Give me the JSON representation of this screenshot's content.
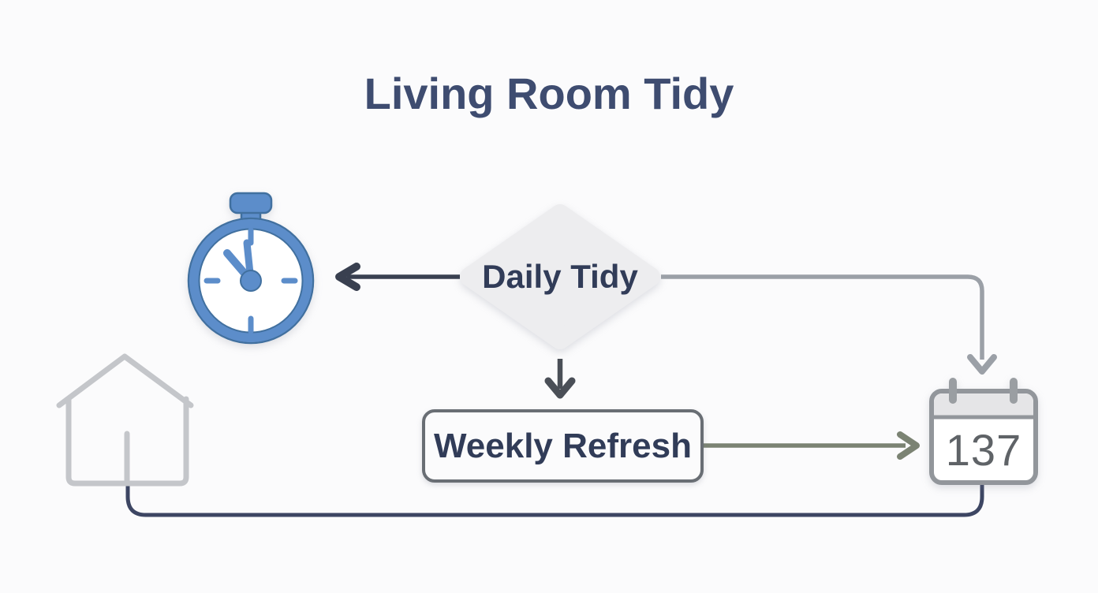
{
  "page": {
    "title": "Living Room Tidy",
    "background_color": "#FBFBFC",
    "title_color": "#3E4C70"
  },
  "diagram": {
    "nodes": [
      {
        "id": "daily-tidy",
        "type": "decision",
        "shape": "diamond",
        "label": "Daily Tidy"
      },
      {
        "id": "weekly-refresh",
        "type": "process",
        "shape": "rounded-rectangle",
        "label": "Weekly Refresh"
      },
      {
        "id": "timer",
        "type": "icon",
        "icon": "stopwatch-icon"
      },
      {
        "id": "house",
        "type": "icon",
        "icon": "house-icon"
      },
      {
        "id": "calendar",
        "type": "icon",
        "icon": "calendar-icon",
        "value": "137"
      }
    ],
    "edges": [
      {
        "from": "daily-tidy",
        "to": "timer",
        "style": "straight-arrow",
        "direction": "left",
        "color": "#394050"
      },
      {
        "from": "daily-tidy",
        "to": "calendar",
        "style": "elbow-arrow",
        "direction": "right-then-down",
        "color": "#9BA0A7"
      },
      {
        "from": "daily-tidy",
        "to": "weekly-refresh",
        "style": "straight-arrow",
        "direction": "down",
        "color": "#4A4F57"
      },
      {
        "from": "weekly-refresh",
        "to": "calendar",
        "style": "straight-arrow",
        "direction": "right",
        "color": "#7B8373"
      },
      {
        "from": "house",
        "to": "calendar",
        "style": "elbow-line",
        "direction": "down-right-up",
        "color": "#3D4663"
      }
    ],
    "colors": {
      "node_text": "#313C58",
      "diamond_fill": "#EDEDEF",
      "box_border": "#696E74",
      "box_fill": "#FBFBFC",
      "clock_blue": "#5C8DCA",
      "clock_blue_dark": "#41709F",
      "house_gray": "#C4C6CA",
      "calendar_gray": "#92969B",
      "calendar_header_fill": "#E5E5E7",
      "calendar_value_color": "#5F6367"
    }
  }
}
